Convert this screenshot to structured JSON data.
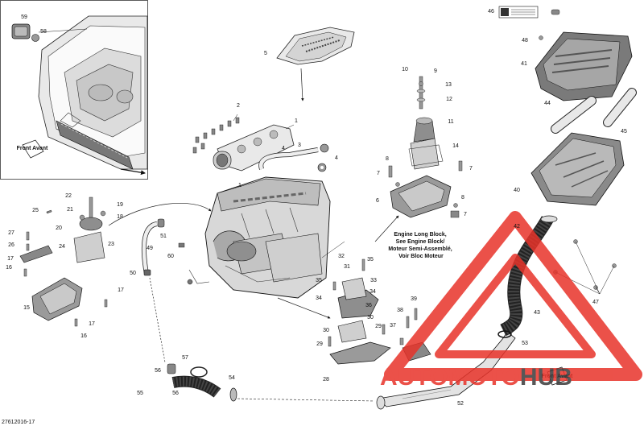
{
  "inset_labels": [
    "59",
    "58"
  ],
  "inset_tag": "Front Avant",
  "side_tag": "Front Avant",
  "engine_note": [
    "Engine Long Block,",
    "See Engine Block/",
    "Moteur Semi-Assemblé,",
    "Voir Bloc Moteur"
  ],
  "footer_code": "27612016-17",
  "watermark": {
    "text": "AUTOMOTOHUB",
    "part1": "AUTO",
    "part2": "MOTO",
    "part3": "HUB",
    "color_red": "#e8332a",
    "color_dark": "#3a3a3a"
  },
  "callouts": [
    {
      "id": "c1",
      "text": "1"
    },
    {
      "id": "c2",
      "text": "2"
    },
    {
      "id": "c3",
      "text": "3"
    },
    {
      "id": "c4",
      "text": "4"
    },
    {
      "id": "c4b",
      "text": "4"
    },
    {
      "id": "c5",
      "text": "5"
    },
    {
      "id": "c1b",
      "text": "1"
    },
    {
      "id": "c6",
      "text": "6"
    },
    {
      "id": "c7a",
      "text": "7"
    },
    {
      "id": "c7b",
      "text": "7"
    },
    {
      "id": "c7c",
      "text": "7"
    },
    {
      "id": "c8a",
      "text": "8"
    },
    {
      "id": "c8b",
      "text": "8"
    },
    {
      "id": "c9",
      "text": "9"
    },
    {
      "id": "c10",
      "text": "10"
    },
    {
      "id": "c11",
      "text": "11"
    },
    {
      "id": "c12",
      "text": "12"
    },
    {
      "id": "c13",
      "text": "13"
    },
    {
      "id": "c14",
      "text": "14"
    },
    {
      "id": "c15",
      "text": "15"
    },
    {
      "id": "c16a",
      "text": "16"
    },
    {
      "id": "c16b",
      "text": "16"
    },
    {
      "id": "c17a",
      "text": "17"
    },
    {
      "id": "c17b",
      "text": "17"
    },
    {
      "id": "c17c",
      "text": "17"
    },
    {
      "id": "c18",
      "text": "18"
    },
    {
      "id": "c19",
      "text": "19"
    },
    {
      "id": "c20",
      "text": "20"
    },
    {
      "id": "c21",
      "text": "21"
    },
    {
      "id": "c22",
      "text": "22"
    },
    {
      "id": "c23",
      "text": "23"
    },
    {
      "id": "c24",
      "text": "24"
    },
    {
      "id": "c25",
      "text": "25"
    },
    {
      "id": "c26",
      "text": "26"
    },
    {
      "id": "c27",
      "text": "27"
    },
    {
      "id": "c28",
      "text": "28"
    },
    {
      "id": "c29a",
      "text": "29"
    },
    {
      "id": "c29b",
      "text": "29"
    },
    {
      "id": "c30a",
      "text": "30"
    },
    {
      "id": "c30b",
      "text": "30"
    },
    {
      "id": "c31",
      "text": "31"
    },
    {
      "id": "c32",
      "text": "32"
    },
    {
      "id": "c33",
      "text": "33"
    },
    {
      "id": "c34a",
      "text": "34"
    },
    {
      "id": "c34b",
      "text": "34"
    },
    {
      "id": "c35a",
      "text": "35"
    },
    {
      "id": "c35b",
      "text": "35"
    },
    {
      "id": "c36",
      "text": "36"
    },
    {
      "id": "c37",
      "text": "37"
    },
    {
      "id": "c38",
      "text": "38"
    },
    {
      "id": "c39",
      "text": "39"
    },
    {
      "id": "c40",
      "text": "40"
    },
    {
      "id": "c41",
      "text": "41"
    },
    {
      "id": "c42",
      "text": "42"
    },
    {
      "id": "c43",
      "text": "43"
    },
    {
      "id": "c44",
      "text": "44"
    },
    {
      "id": "c45",
      "text": "45"
    },
    {
      "id": "c46",
      "text": "46"
    },
    {
      "id": "c47",
      "text": "47"
    },
    {
      "id": "c48",
      "text": "48"
    },
    {
      "id": "c49",
      "text": "49"
    },
    {
      "id": "c50",
      "text": "50"
    },
    {
      "id": "c51",
      "text": "51"
    },
    {
      "id": "c52",
      "text": "52"
    },
    {
      "id": "c53",
      "text": "53"
    },
    {
      "id": "c54",
      "text": "54"
    },
    {
      "id": "c55",
      "text": "55"
    },
    {
      "id": "c56a",
      "text": "56"
    },
    {
      "id": "c56b",
      "text": "56"
    },
    {
      "id": "c57",
      "text": "57"
    },
    {
      "id": "c60",
      "text": "60"
    }
  ]
}
